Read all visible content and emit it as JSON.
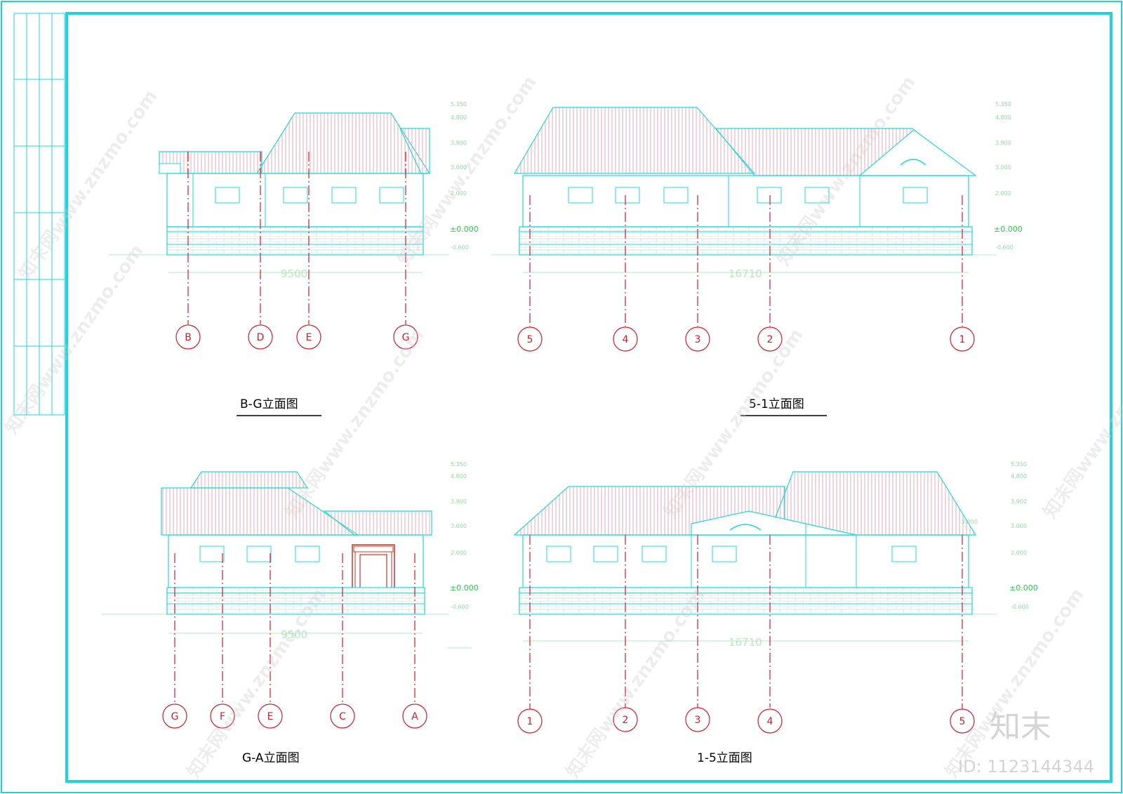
{
  "drawings": [
    {
      "title": "B-G立面图",
      "axes": [
        "B",
        "D",
        "E",
        "G"
      ],
      "dimension": "9500"
    },
    {
      "title": "5-1立面图",
      "axes": [
        "5",
        "4",
        "3",
        "2",
        "1"
      ],
      "dimension": "16710"
    },
    {
      "title": "G-A立面图",
      "axes": [
        "G",
        "F",
        "E",
        "C",
        "A"
      ],
      "dimension": "9500"
    },
    {
      "title": "1-5立面图",
      "axes": [
        "1",
        "2",
        "3",
        "4",
        "5"
      ],
      "dimension": "16710"
    }
  ],
  "levels": {
    "zero": "±0.000",
    "minus": "-0.600",
    "marks": [
      "5.350",
      "4.800",
      "3.900",
      "3.000",
      "2.000"
    ],
    "extra": "3.200"
  },
  "watermark": {
    "text": "知末网www.znzmo.com",
    "brand": "知末",
    "id": "ID: 1123144344"
  },
  "colors": {
    "frame": "#1fd3dc",
    "outline": "#22d6dc",
    "roof_hatch": "#e7a9b6",
    "axis": "#d11a2a",
    "level": "#27c84a"
  }
}
